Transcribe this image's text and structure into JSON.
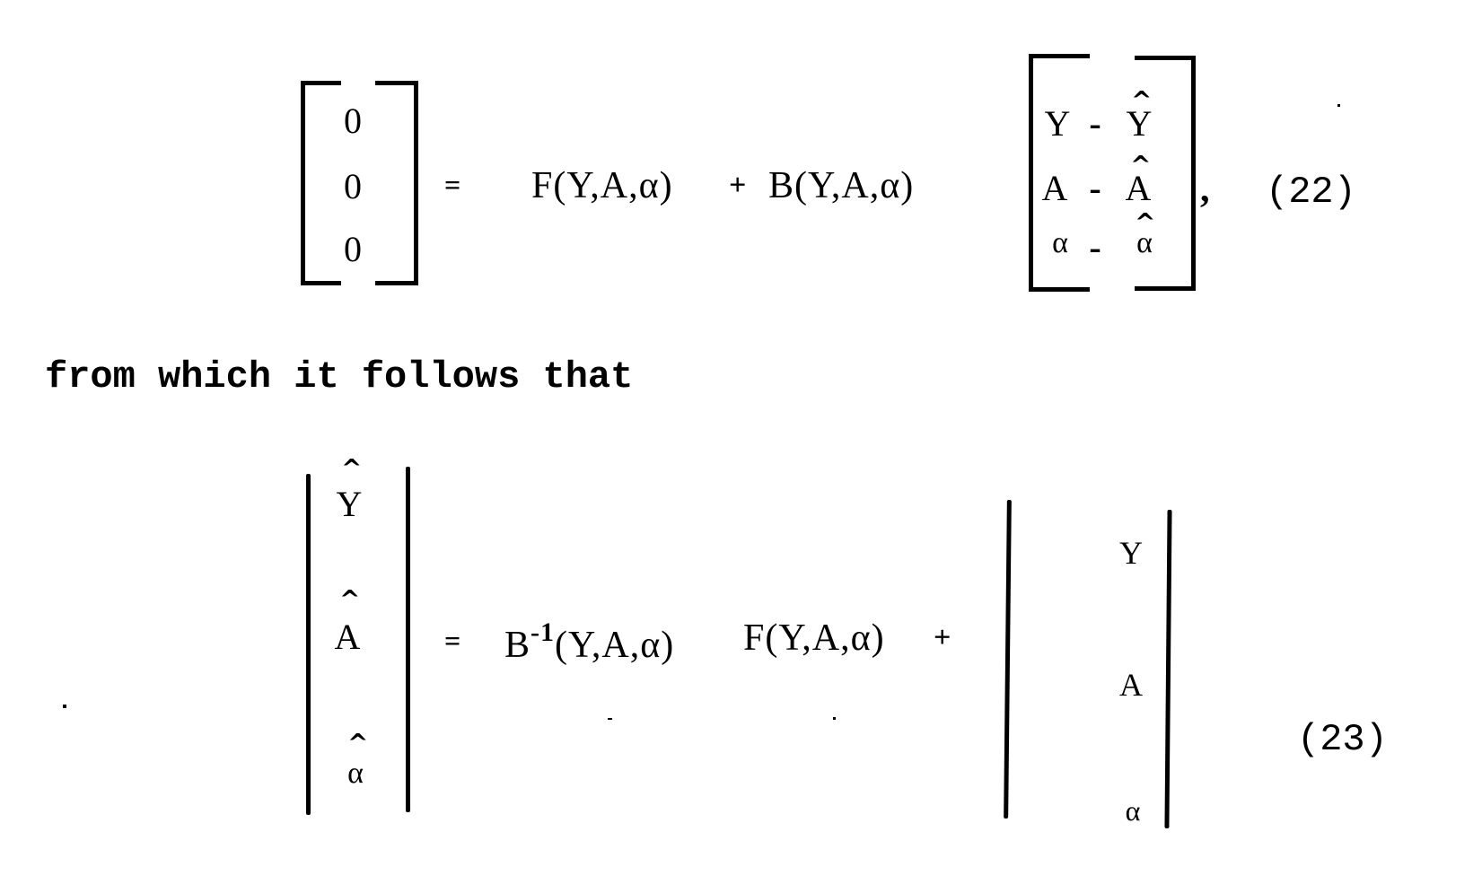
{
  "equation_22": {
    "lhs_vector": [
      "0",
      "0",
      "0"
    ],
    "equals": "=",
    "rhs_term1": "F(Y,A,α)",
    "plus": "+",
    "rhs_term2": "B(Y,A,α)",
    "rhs_vector": [
      {
        "left": "Y",
        "op": "-",
        "right": "Y",
        "right_hat": "^"
      },
      {
        "left": "A",
        "op": "-",
        "right": "A",
        "right_hat": "^"
      },
      {
        "left": "α",
        "op": "-",
        "right": "α",
        "right_hat": "^"
      }
    ],
    "trailing_comma": ",",
    "number": "(22)"
  },
  "body_text": {
    "line": "from which it follows that"
  },
  "equation_23": {
    "lhs_vector": [
      {
        "symbol": "Y",
        "hat": "^"
      },
      {
        "symbol": "A",
        "hat": "^"
      },
      {
        "symbol": "α",
        "hat": "^"
      }
    ],
    "equals": "=",
    "rhs_B": "B",
    "rhs_B_sup": "-1",
    "rhs_B_args": "(Y,A,α)",
    "rhs_F": "F(Y,A,α)",
    "plus": "+",
    "rhs_vector": [
      "Y",
      "A",
      "α"
    ],
    "number": "(23)"
  }
}
